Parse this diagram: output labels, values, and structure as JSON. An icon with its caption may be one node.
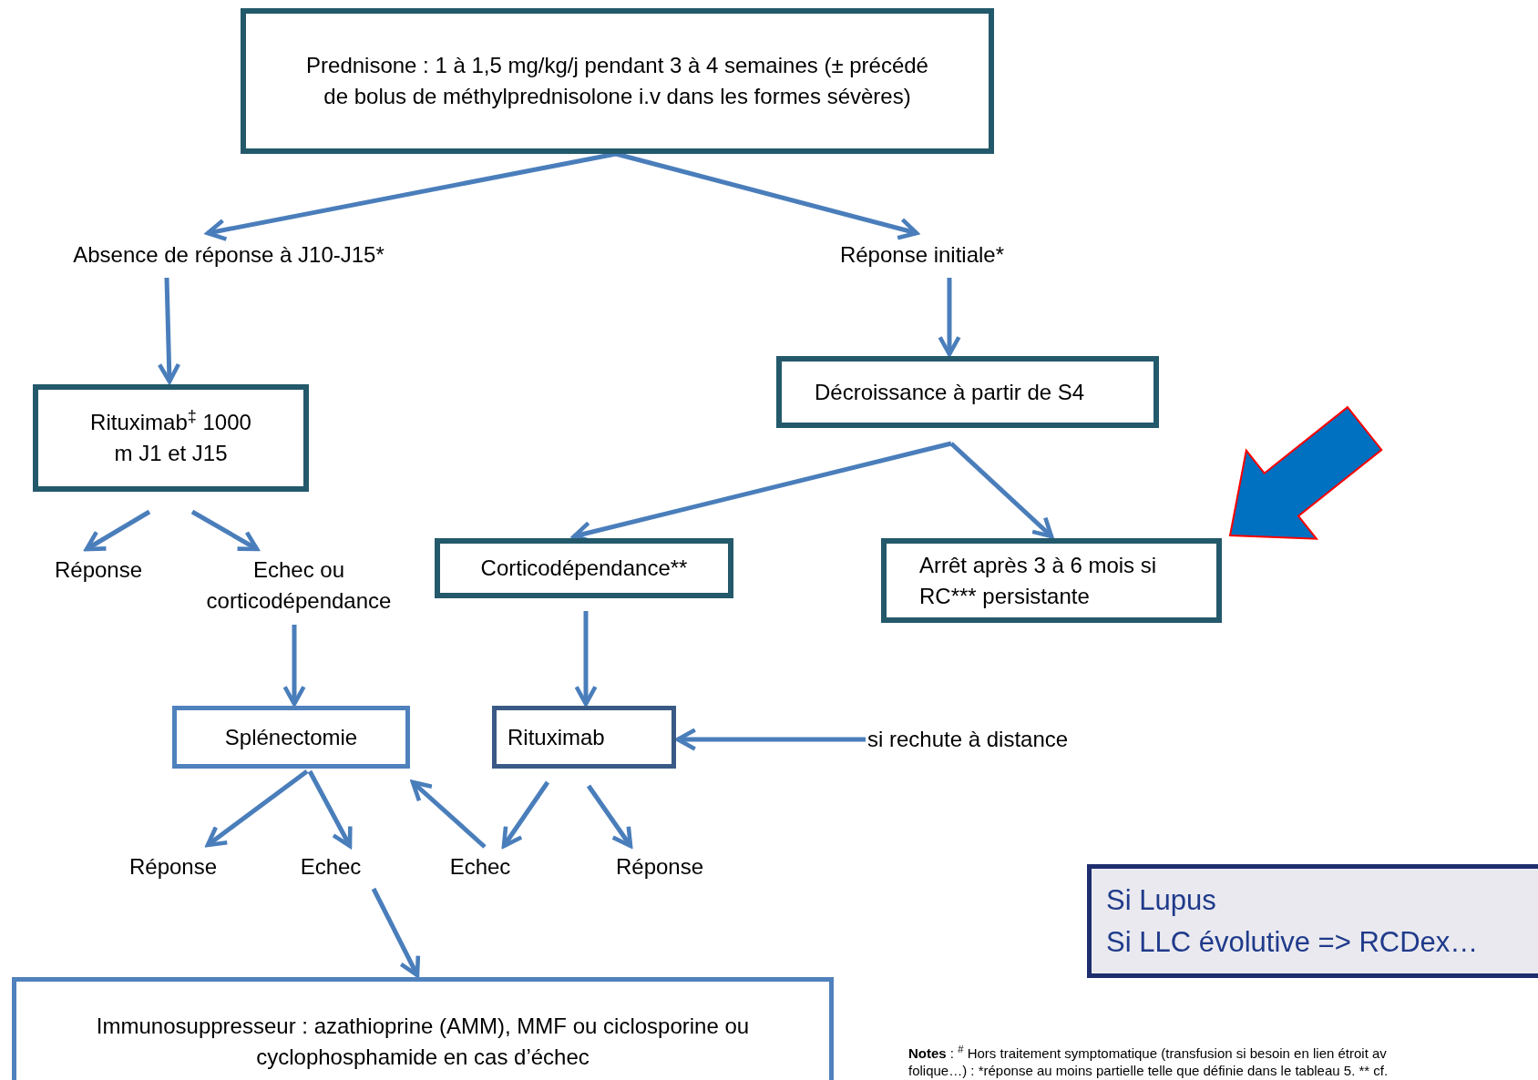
{
  "diagram": {
    "nodes": [
      {
        "text": [
          "Prednisone : 1 à 1,5  mg/kg/j pendant 3 à 4 semaines (± précédé de bolus de méthylprednisolone i.v dans les formes sévères)"
        ]
      },
      {
        "text": [
          "Absence de réponse à J10-J15*"
        ]
      },
      {
        "text": [
          "Réponse initiale*"
        ]
      },
      {
        "text": [
          "Rituximab$^{‡}$ 1000 m J1 et J15"
        ]
      },
      {
        "text": [
          "Décroissance à partir de S4"
        ]
      },
      {
        "text": [
          "Réponse"
        ]
      },
      {
        "text": [
          "Echec ou corticodépendance"
        ]
      },
      {
        "text": [
          "Corticodépendance**"
        ]
      },
      {
        "text": [
          "Arrêt après 3 à 6 mois si RC*** persistante"
        ]
      },
      {
        "text": [
          "Splénectomie"
        ]
      },
      {
        "text": [
          "Rituximab"
        ]
      },
      {
        "text": [
          "si rechute à distance"
        ]
      },
      {
        "text": [
          "Réponse"
        ]
      },
      {
        "text": [
          "Echec"
        ]
      },
      {
        "text": [
          "Echec"
        ]
      },
      {
        "text": [
          "Réponse"
        ]
      },
      {
        "text": [
          "Immunosuppresseur : azathioprine (AMM), MMF ou ciclosporine ou cyclophosphamide en cas d’échec"
        ]
      },
      {
        "text": [
          "Si Lupus",
          "Si LLC évolutive => RCDex…"
        ]
      }
    ],
    "edges": [
      {
        "from": 0,
        "to": 1,
        "arrow": "to"
      },
      {
        "from": 0,
        "to": 2,
        "arrow": "to"
      },
      {
        "from": 1,
        "to": 3,
        "arrow": "to"
      },
      {
        "from": 2,
        "to": 4,
        "arrow": "to"
      },
      {
        "from": 3,
        "to": 5,
        "arrow": "to"
      },
      {
        "from": 3,
        "to": 6,
        "arrow": "to"
      },
      {
        "from": 4,
        "to": 7,
        "arrow": "to"
      },
      {
        "from": 4,
        "to": 8,
        "arrow": "to"
      },
      {
        "from": 6,
        "to": 9,
        "arrow": "to"
      },
      {
        "from": 7,
        "to": 10,
        "arrow": "to"
      },
      {
        "from": 11,
        "to": 10,
        "arrow": "to"
      },
      {
        "from": 9,
        "to": 12,
        "arrow": "to"
      },
      {
        "from": 9,
        "to": 13,
        "arrow": "to"
      },
      {
        "from": 14,
        "to": 9,
        "arrow": "to"
      },
      {
        "from": 10,
        "to": 14,
        "arrow": "to"
      },
      {
        "from": 10,
        "to": 15,
        "arrow": "to"
      },
      {
        "from": 13,
        "to": 16,
        "arrow": "to"
      },
      {
        "from": null,
        "to": 8,
        "arrow": "to",
        "style": "thick",
        "color": "#0070c0"
      }
    ],
    "labels": [
      "**Notes** : $^{#}$ Hors traitement symptomatique (transfusion si besoin en lien étroit av",
      "folique…) : *réponse au moins partielle telle que définie dans le tableau 5. ** cf."
    ]
  }
}
